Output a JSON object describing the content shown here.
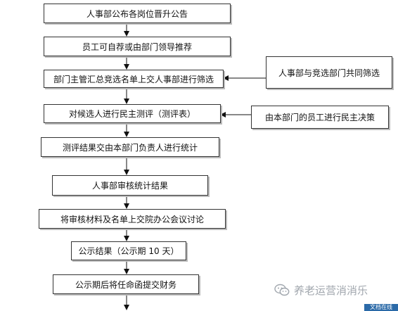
{
  "steps": [
    "人事部公布各岗位晋升公告",
    "员工可自荐或由部门领导推荐",
    "部门主管汇总竞选名单上交人事部进行筛选",
    "对候选人进行民主测评（测评表）",
    "测评结果交由本部门负责人进行统计",
    "人事部审核统计结果",
    "将审核材料及名单上交院办公会议讨论",
    "公示结果（公示期 10 天）",
    "公示期后将任命函提交财务"
  ],
  "side_notes": [
    "人事部与竞选部门共同筛选",
    "由本部门的员工进行民主决策"
  ],
  "watermark": {
    "text": "养老运营消消乐",
    "icon": "wechat-icon",
    "corner_text": "文档在线"
  },
  "colors": {
    "box_border": "#333333",
    "shadow": "#bbbbbb",
    "watermark": "#a0a6ad"
  }
}
